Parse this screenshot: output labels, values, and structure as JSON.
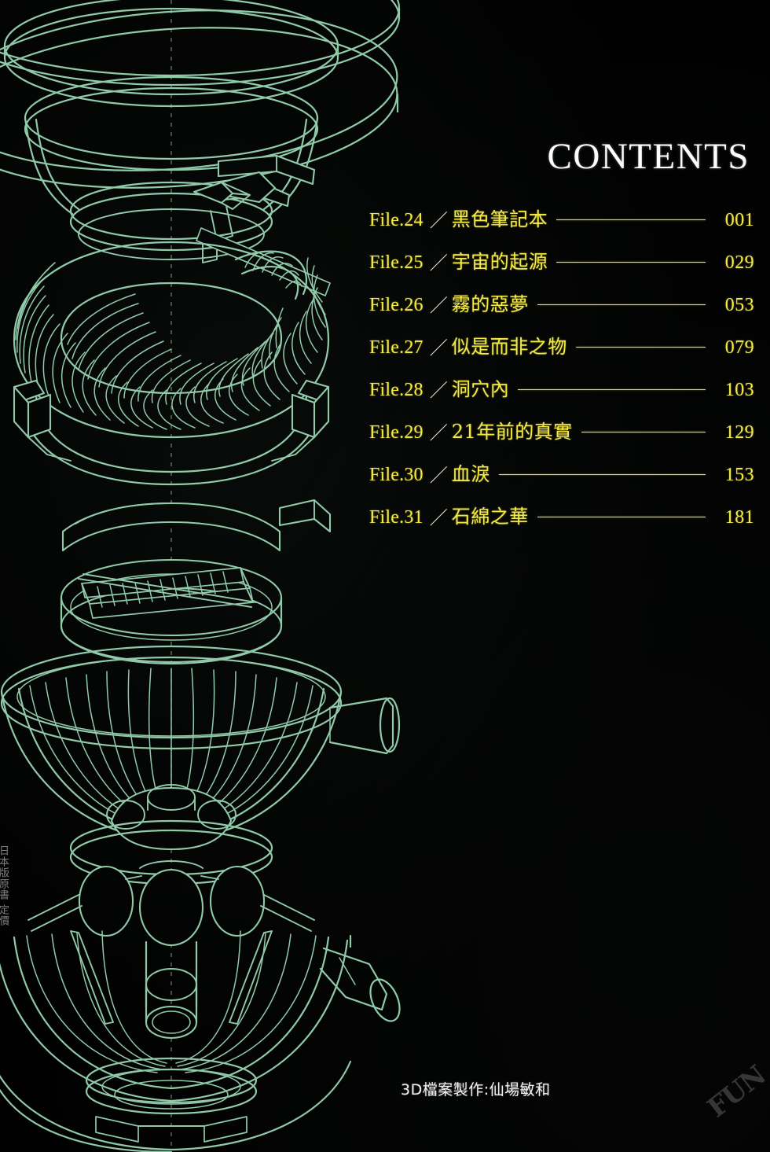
{
  "page": {
    "background_color": "#010101",
    "heading": "CONTENTS",
    "heading_color": "#fdfdfb",
    "accent_color": "#f4ea46",
    "line_art_color": "#8fc9a8"
  },
  "toc": {
    "title": "CONTENTS",
    "entries": [
      {
        "file": "File.24",
        "separator": "／",
        "title": "黑色筆記本",
        "page": "001"
      },
      {
        "file": "File.25",
        "separator": "／",
        "title": "宇宙的起源",
        "page": "029"
      },
      {
        "file": "File.26",
        "separator": "／",
        "title": "霧的惡夢",
        "page": "053"
      },
      {
        "file": "File.27",
        "separator": "／",
        "title": "似是而非之物",
        "page": "079"
      },
      {
        "file": "File.28",
        "separator": "／",
        "title": "洞穴內",
        "page": "103"
      },
      {
        "file": "File.29",
        "separator": "／",
        "title": "21年前的真實",
        "page": "129"
      },
      {
        "file": "File.30",
        "separator": "／",
        "title": "血淚",
        "page": "153"
      },
      {
        "file": "File.31",
        "separator": "／",
        "title": "石綿之華",
        "page": "181"
      }
    ]
  },
  "credit": {
    "text": "3D檔案製作:仙場敏和"
  },
  "watermark": {
    "text": "FUN",
    "color": "#4a4a4a"
  },
  "spine": {
    "text": "日本版原書 定價"
  },
  "artwork": {
    "name": "exploded-mechanical-wireframe",
    "description": "green wireframe exploded technical drawing of a cylindrical machine assembly",
    "stroke_color": "#8fc9a8",
    "centerline_color": "#5c6b52"
  }
}
